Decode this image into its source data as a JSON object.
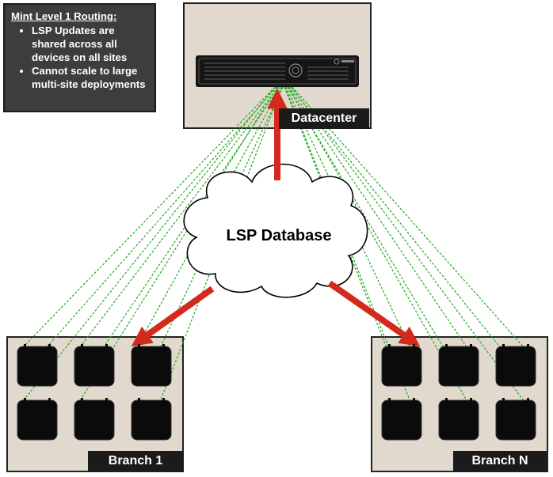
{
  "info_box": {
    "title": "Mint Level 1 Routing:",
    "bullets": [
      "LSP Updates are shared across all devices on all sites",
      "Cannot scale to large multi-site deployments"
    ]
  },
  "datacenter": {
    "label": "Datacenter"
  },
  "cloud": {
    "label": "LSP Database"
  },
  "branches": [
    {
      "label": "Branch 1",
      "device_count": 6
    },
    {
      "label": "Branch N",
      "device_count": 6
    }
  ],
  "colors": {
    "site_fill": "#e2d9ce",
    "arrow": "#d42a1e",
    "link": "#22aa22",
    "label_bg": "#1b1b1b",
    "info_bg": "#3d3d3d"
  }
}
